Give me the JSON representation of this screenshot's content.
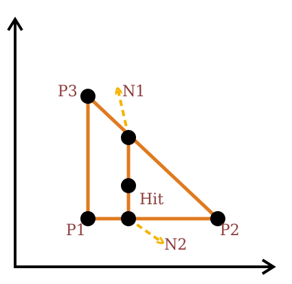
{
  "colors": {
    "axis": "#000000",
    "triangle": "#e07a1f",
    "normal": "#f4b400",
    "point": "#000000",
    "label": "#8b3a3a"
  },
  "labels": {
    "p1": "P1",
    "p2": "P2",
    "p3": "P3",
    "n1": "N1",
    "n2": "N2",
    "hit": "Hit"
  }
}
